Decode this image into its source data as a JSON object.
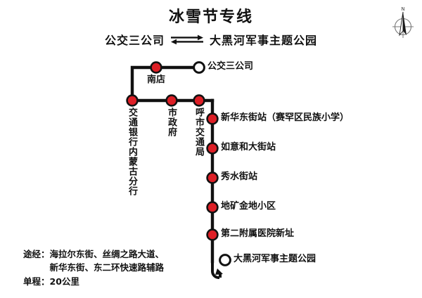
{
  "map": {
    "title": "冰雪节专线",
    "subtitle": {
      "origin": "公交三公司",
      "destination": "大黑河军事主题公园",
      "direction_icon": "bidirectional-arrow-icon"
    },
    "compass_icon": "north-compass-icon",
    "turnaround_icon": "u-turn-arrow-icon"
  },
  "colors": {
    "station_fill": "#dd1f26",
    "station_stroke": "#111111",
    "terminal_fill": "#ffffff",
    "route_line": "#111111",
    "text": "#111111",
    "background": "#ffffff"
  },
  "stations": [
    {
      "id": "gongjiao-san-gongsi",
      "name": "公交三公司",
      "type": "terminal",
      "label_style": "horizontal"
    },
    {
      "id": "nandian",
      "name": "南店",
      "type": "stop",
      "label_style": "under"
    },
    {
      "id": "jiaotong-yinhang",
      "name": "交通银行内蒙古分行",
      "type": "stop",
      "label_style": "vertical"
    },
    {
      "id": "shizhengfu",
      "name": "市政府",
      "type": "stop",
      "label_style": "vertical"
    },
    {
      "id": "hushi-jiaotongju",
      "name": "呼市交通局",
      "type": "stop",
      "label_style": "vertical"
    },
    {
      "id": "xinhua-dongjie",
      "name": "新华东街站（赛罕区民族小学）",
      "type": "stop",
      "label_style": "horizontal"
    },
    {
      "id": "ruyihe-dajie",
      "name": "如意和大街站",
      "type": "stop",
      "label_style": "horizontal"
    },
    {
      "id": "xiushui-jie",
      "name": "秀水街站",
      "type": "stop",
      "label_style": "horizontal"
    },
    {
      "id": "dikuang-jindi",
      "name": "地矿金地小区",
      "type": "stop",
      "label_style": "horizontal"
    },
    {
      "id": "dier-fushu-yiyuan",
      "name": "第二附属医院新址",
      "type": "stop",
      "label_style": "horizontal"
    },
    {
      "id": "dahaihe-gongyuan",
      "name": "大黑河军事主题公园",
      "type": "terminal",
      "label_style": "horizontal"
    }
  ],
  "footer": {
    "via_key": "途经：",
    "via_line1": "海拉尔东街、丝绸之路大道、",
    "via_line2": "新华东街、东二环快速路辅路",
    "distance_key": "单程：",
    "distance_value": "20公里"
  }
}
